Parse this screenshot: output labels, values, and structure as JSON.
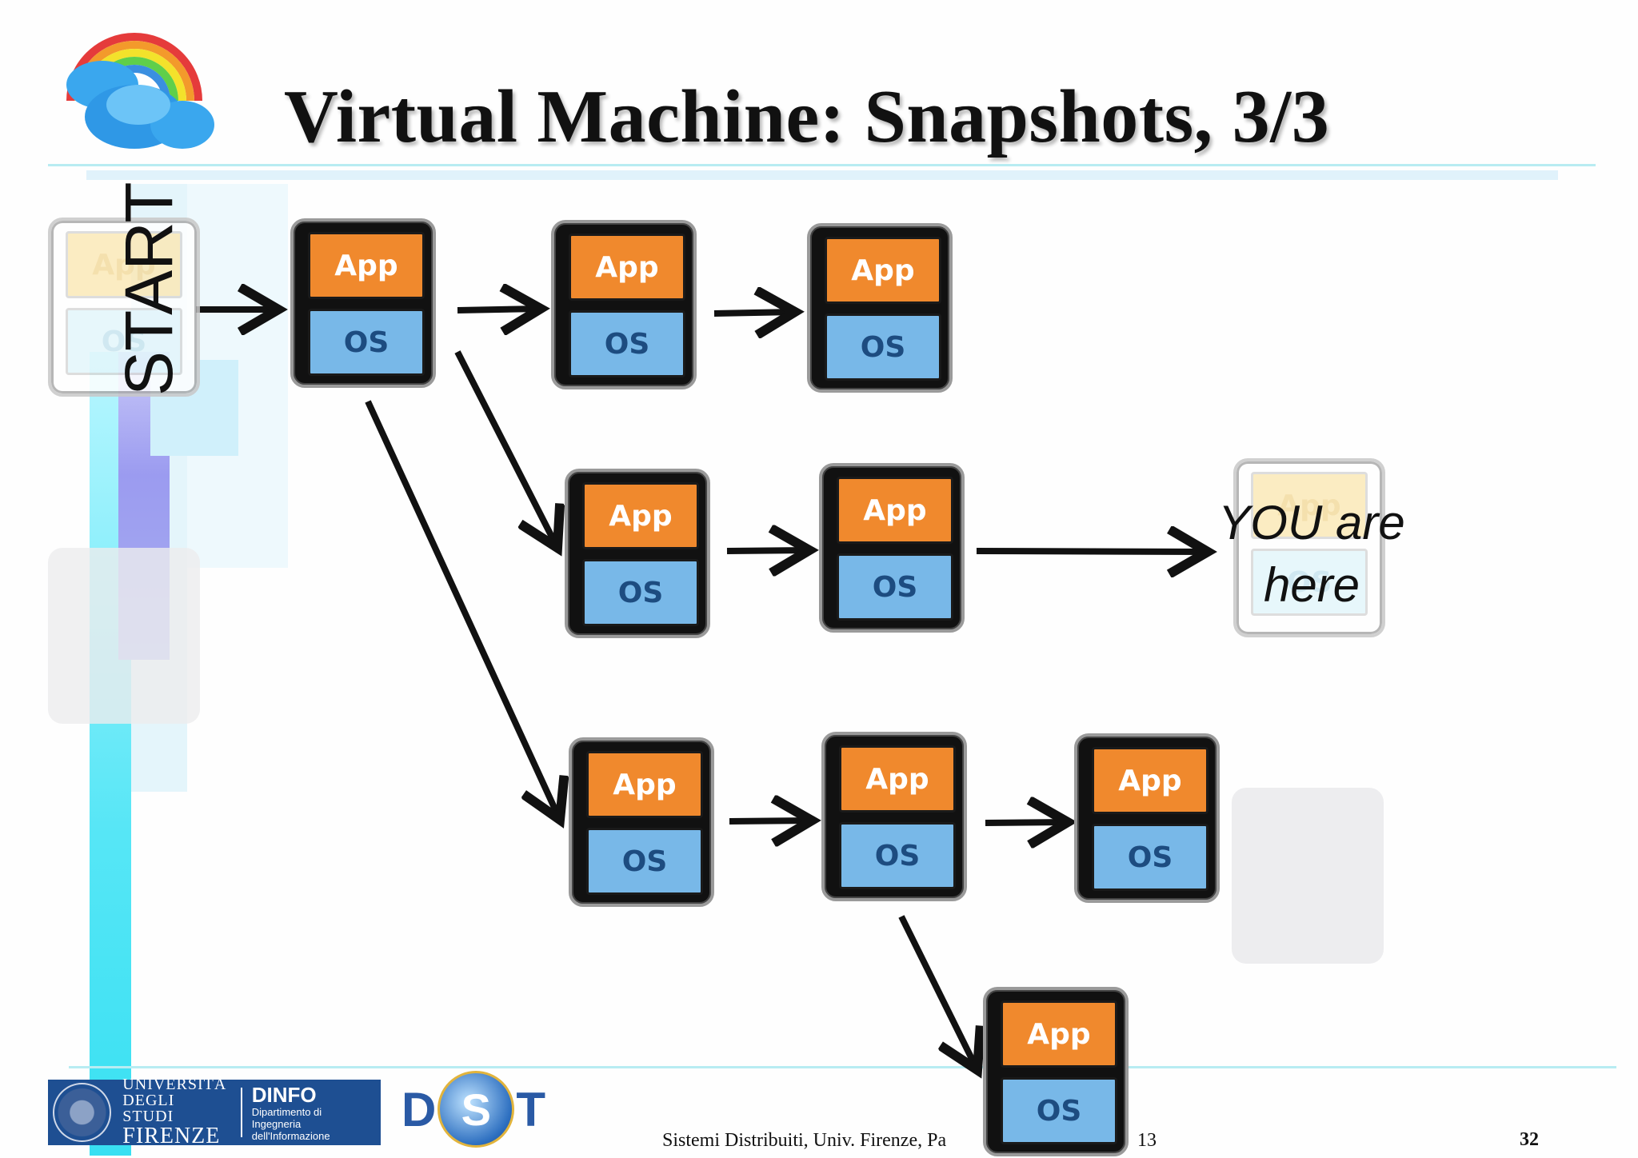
{
  "slide": {
    "title": "Virtual Machine: Snapshots, 3/3",
    "start_label": "START",
    "you_are_here": [
      "YOU are",
      "here"
    ],
    "footer": "Sistemi Distribuiti, Univ. Firenze, Pa",
    "footer_tail": "13",
    "page_number": "32"
  },
  "vm_labels": {
    "app": "App",
    "os": "OS"
  },
  "logos": {
    "university": [
      "UNIVERSITÀ",
      "DEGLI STUDI",
      "FIRENZE"
    ],
    "dept_title": "DINFO",
    "dept_sub": [
      "Dipartimento di",
      "Ingegneria dell'Informazione"
    ],
    "disit": [
      "D",
      "S",
      "T"
    ]
  },
  "colors": {
    "app": "#f0892d",
    "os": "#78b8e8",
    "title": "#111111",
    "accent_rule": "#b8ecf2"
  }
}
